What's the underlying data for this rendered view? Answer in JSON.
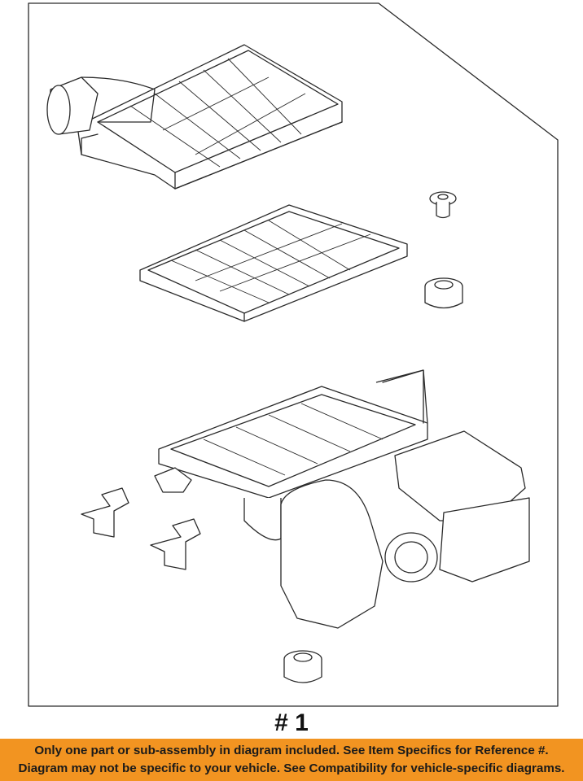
{
  "diagram": {
    "reference_number": "# 1",
    "parts": [
      {
        "id": "air-cleaner-cover"
      },
      {
        "id": "air-filter-element"
      },
      {
        "id": "air-cleaner-housing"
      },
      {
        "id": "grommet-upper"
      },
      {
        "id": "grommet-middle"
      },
      {
        "id": "grommet-lower"
      },
      {
        "id": "clip-left"
      },
      {
        "id": "clip-right"
      }
    ]
  },
  "disclaimer": {
    "line1": "Only one part or sub-assembly in diagram included. See Item Specifics for Reference #.",
    "line2": "Diagram may not be specific to your vehicle. See Compatibility for vehicle-specific diagrams.",
    "background_color": "#f29421",
    "text_color": "#1a1a1a"
  }
}
